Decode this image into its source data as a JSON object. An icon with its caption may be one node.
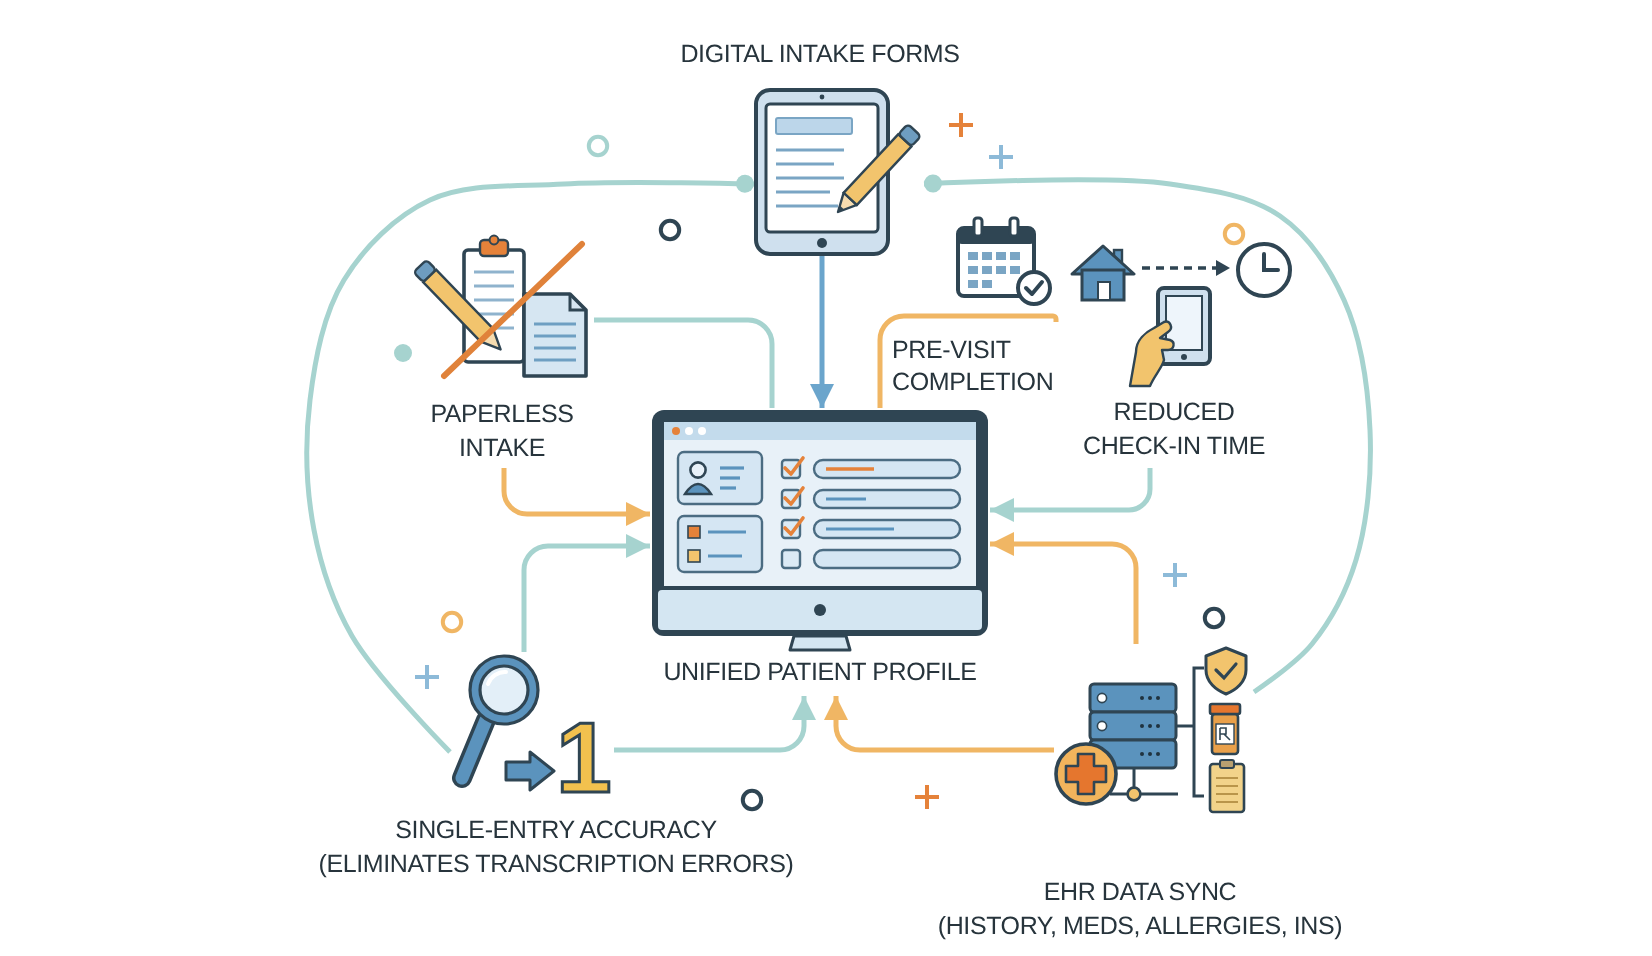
{
  "diagram": {
    "nodes": [
      {
        "text": [
          "DIGITAL INTAKE FORMS"
        ]
      },
      {
        "text": [],
        "shape": "picture",
        "in": 0
      },
      {
        "text": [
          "PAPERLESS INTAKE"
        ]
      },
      {
        "text": [
          "PRE-VISIT COMPLETION"
        ]
      },
      {
        "text": [
          "REDUCED CHECK-IN TIME"
        ]
      },
      {
        "text": [
          "UNIFIED PATIENT PROFILE"
        ]
      },
      {
        "text": [
          "SINGLE-ENTRY ACCURACY",
          "(ELIMINATES TRANSCRIPTION ERRORS)"
        ]
      },
      {
        "text": [
          "1"
        ],
        "in": 6
      },
      {
        "text": [
          "EHR DATA SYNC",
          "(HISTORY, MEDS, ALLERGIES, INS)"
        ]
      },
      {
        "text": [],
        "shape": "picture",
        "in": 8
      }
    ],
    "edges": [
      {
        "from": 1,
        "to": 5,
        "arrow": "to",
        "color": "#6ba5cc"
      },
      {
        "from": 2,
        "to": 5,
        "arrow": "none"
      },
      {
        "from": 2,
        "to": 5,
        "arrow": "to",
        "color": "#f0b664"
      },
      {
        "from": 3,
        "to": 5,
        "arrow": "none",
        "color": "#f0b664"
      },
      {
        "from": 4,
        "to": 5,
        "arrow": "to"
      },
      {
        "from": 7,
        "to": 5,
        "arrow": "to"
      },
      {
        "from": 7,
        "to": 5,
        "arrow": "to"
      },
      {
        "from": 9,
        "to": 5,
        "arrow": "to",
        "color": "#f0b664"
      },
      {
        "from": 9,
        "to": 5,
        "arrow": "to",
        "color": "#f0b664"
      },
      {
        "from": 1,
        "to": 7,
        "arrow": "other"
      },
      {
        "from": 1,
        "to": 9,
        "arrow": "other"
      }
    ]
  }
}
